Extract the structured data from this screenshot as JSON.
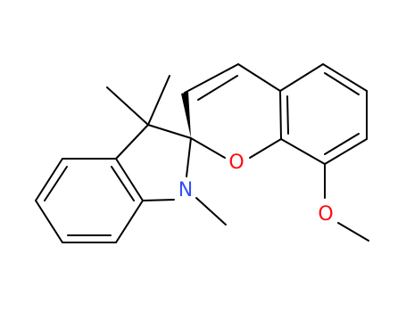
{
  "molecule": {
    "atoms": {
      "ring_oxygen": {
        "symbol": "O",
        "color": "#ff0d0d"
      },
      "methoxy_oxygen": {
        "symbol": "O",
        "color": "#ff0d0d"
      },
      "indoline_nitrogen": {
        "symbol": "N",
        "color": "#3050f8"
      }
    }
  }
}
